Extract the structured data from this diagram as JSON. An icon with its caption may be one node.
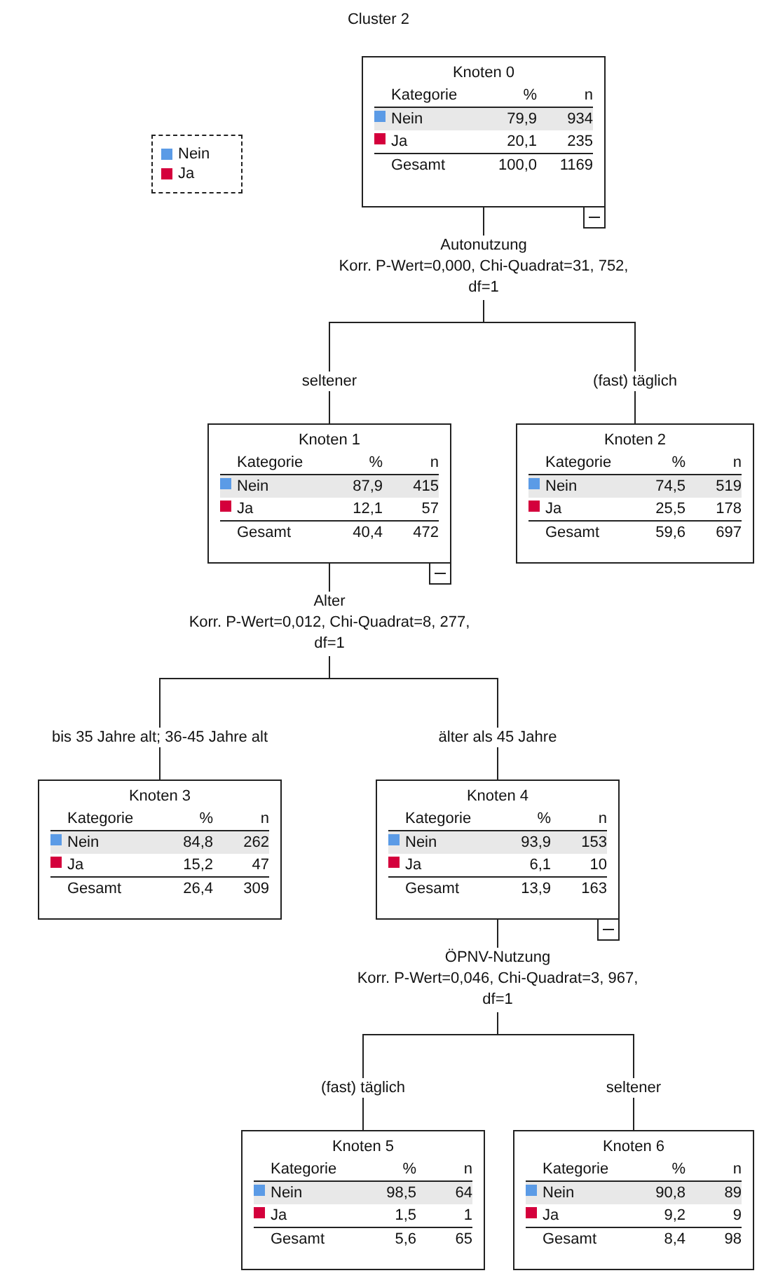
{
  "diagram": {
    "title": "Cluster 2",
    "nodes": [
      {
        "text": [
          "Knoten 0",
          "Kategorie",
          "%",
          "n",
          "Nein",
          "79,9",
          "934",
          "Ja",
          "20,1",
          "235",
          "Gesamt",
          "100,0",
          "1169"
        ]
      },
      {
        "text": [
          "Autonutzung",
          "Korr. P-Wert=0,000, Chi-Quadrat=31, 752, df=1"
        ]
      },
      {
        "text": [
          "Knoten 1",
          "Kategorie",
          "%",
          "n",
          "Nein",
          "87,9",
          "415",
          "Ja",
          "12,1",
          "57",
          "Gesamt",
          "40,4",
          "472"
        ]
      },
      {
        "text": [
          "Knoten 2",
          "Kategorie",
          "%",
          "n",
          "Nein",
          "74,5",
          "519",
          "Ja",
          "25,5",
          "178",
          "Gesamt",
          "59,6",
          "697"
        ]
      },
      {
        "text": [
          "Alter",
          "Korr. P-Wert=0,012, Chi-Quadrat=8, 277, df=1"
        ]
      },
      {
        "text": [
          "Knoten 3",
          "Kategorie",
          "%",
          "n",
          "Nein",
          "84,8",
          "262",
          "Ja",
          "15,2",
          "47",
          "Gesamt",
          "26,4",
          "309"
        ]
      },
      {
        "text": [
          "Knoten 4",
          "Kategorie",
          "%",
          "n",
          "Nein",
          "93,9",
          "153",
          "Ja",
          "6,1",
          "10",
          "Gesamt",
          "13,9",
          "163"
        ]
      },
      {
        "text": [
          "ÖPNV-Nutzung",
          "Korr. P-Wert=0,046, Chi-Quadrat=3, 967, df=1"
        ]
      },
      {
        "text": [
          "Knoten 5",
          "Kategorie",
          "%",
          "n",
          "Nein",
          "98,5",
          "64",
          "Ja",
          "1,5",
          "1",
          "Gesamt",
          "5,6",
          "65"
        ]
      },
      {
        "text": [
          "Knoten 6",
          "Kategorie",
          "%",
          "n",
          "Nein",
          "90,8",
          "89",
          "Ja",
          "9,2",
          "9",
          "Gesamt",
          "8,4",
          "98"
        ]
      }
    ],
    "edges": [
      {
        "from": 0,
        "to": 1,
        "arrow": "none"
      },
      {
        "from": 1,
        "to": 2,
        "arrow": "none",
        "label": "seltener"
      },
      {
        "from": 1,
        "to": 3,
        "arrow": "none",
        "label": "(fast) täglich"
      },
      {
        "from": 2,
        "to": 4,
        "arrow": "none"
      },
      {
        "from": 4,
        "to": 5,
        "arrow": "none",
        "label": "bis 35 Jahre alt; 36-45 Jahre alt"
      },
      {
        "from": 4,
        "to": 6,
        "arrow": "none",
        "label": "älter als 45 Jahre"
      },
      {
        "from": 6,
        "to": 7,
        "arrow": "none"
      },
      {
        "from": 7,
        "to": 8,
        "arrow": "none",
        "label": "(fast) täglich"
      },
      {
        "from": 7,
        "to": 9,
        "arrow": "none",
        "label": "seltener"
      }
    ],
    "legend": [
      {
        "text": "Nein",
        "color": "#5b9be6"
      },
      {
        "text": "Ja",
        "color": "#d4003c"
      }
    ]
  }
}
